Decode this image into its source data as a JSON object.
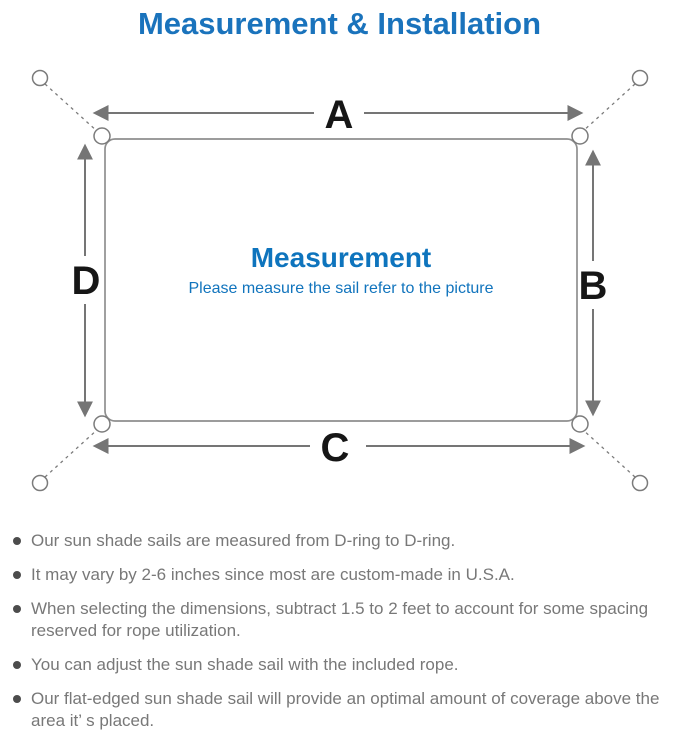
{
  "title": "Measurement & Installation",
  "colors": {
    "title_blue": "#1a73bc",
    "center_blue": "#0e74bd",
    "diagram_line_gray": "#7b7b7b",
    "sail_outline_gray": "#8f8f8f",
    "dimension_label_black": "#161616",
    "bullet_text_gray": "#787878",
    "bullet_dot_gray": "#4c4c4c",
    "background": "#ffffff"
  },
  "diagram": {
    "labels": {
      "top": "A",
      "right": "B",
      "bottom": "C",
      "left": "D"
    },
    "center_title": "Measurement",
    "center_subtitle": "Please measure the sail refer to the picture",
    "shapes": {
      "sail": "rounded rectangle with D-ring at each corner",
      "anchors": "4 anchor points connected by dashed ropes"
    }
  },
  "bullets": [
    {
      "text": "Our sun shade sails are measured from D-ring to D-ring."
    },
    {
      "text": "It may vary by 2-6 inches since most are custom-made in U.S.A."
    },
    {
      "text": "When selecting the dimensions, subtract 1.5 to 2 feet to account for some spacing reserved for rope utilization."
    },
    {
      "text": "You can adjust the sun shade sail with the included rope."
    },
    {
      "text": "Our flat-edged sun shade sail will provide an optimal amount of coverage above the area it’ s placed."
    }
  ]
}
